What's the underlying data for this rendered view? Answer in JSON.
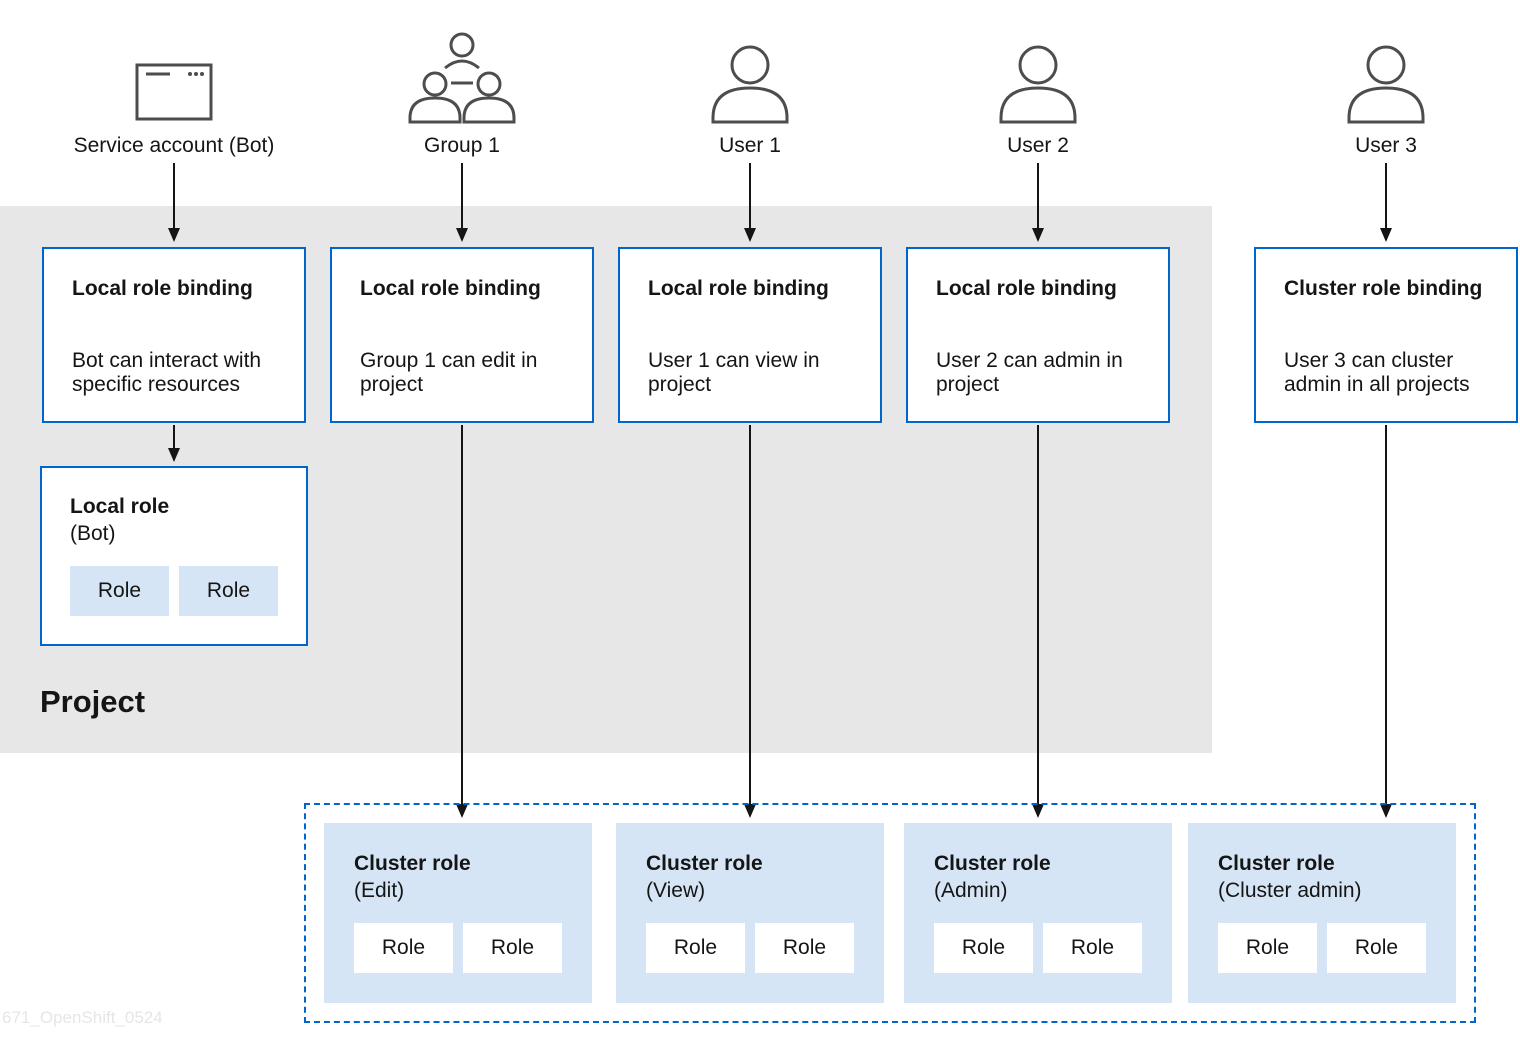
{
  "actors": [
    {
      "label": "Service account (Bot)",
      "icon": "window-icon"
    },
    {
      "label": "Group 1",
      "icon": "group-icon"
    },
    {
      "label": "User 1",
      "icon": "user-icon"
    },
    {
      "label": "User 2",
      "icon": "user-icon"
    },
    {
      "label": "User 3",
      "icon": "user-icon"
    }
  ],
  "bindings": [
    {
      "title": "Local role binding",
      "desc": "Bot can interact with specific resources"
    },
    {
      "title": "Local role binding",
      "desc": "Group 1 can edit in project"
    },
    {
      "title": "Local role binding",
      "desc": "User 1 can view in project"
    },
    {
      "title": "Local role binding",
      "desc": "User 2 can admin in project"
    },
    {
      "title": "Cluster role binding",
      "desc": "User 3 can cluster admin in all projects"
    }
  ],
  "local_role": {
    "title": "Local role",
    "subtitle": "(Bot)",
    "roles": [
      "Role",
      "Role"
    ]
  },
  "project_label": "Project",
  "cluster_roles": [
    {
      "title": "Cluster role",
      "subtitle": "(Edit)",
      "roles": [
        "Role",
        "Role"
      ]
    },
    {
      "title": "Cluster role",
      "subtitle": "(View)",
      "roles": [
        "Role",
        "Role"
      ]
    },
    {
      "title": "Cluster role",
      "subtitle": "(Admin)",
      "roles": [
        "Role",
        "Role"
      ]
    },
    {
      "title": "Cluster role",
      "subtitle": "(Cluster admin)",
      "roles": [
        "Role",
        "Role"
      ]
    }
  ],
  "watermark": "671_OpenShift_0524",
  "colors": {
    "accent": "#0066cc",
    "project_bg": "#e7e7e7",
    "role_bg": "#d6e5f5",
    "icon": "#4d4d4d"
  }
}
